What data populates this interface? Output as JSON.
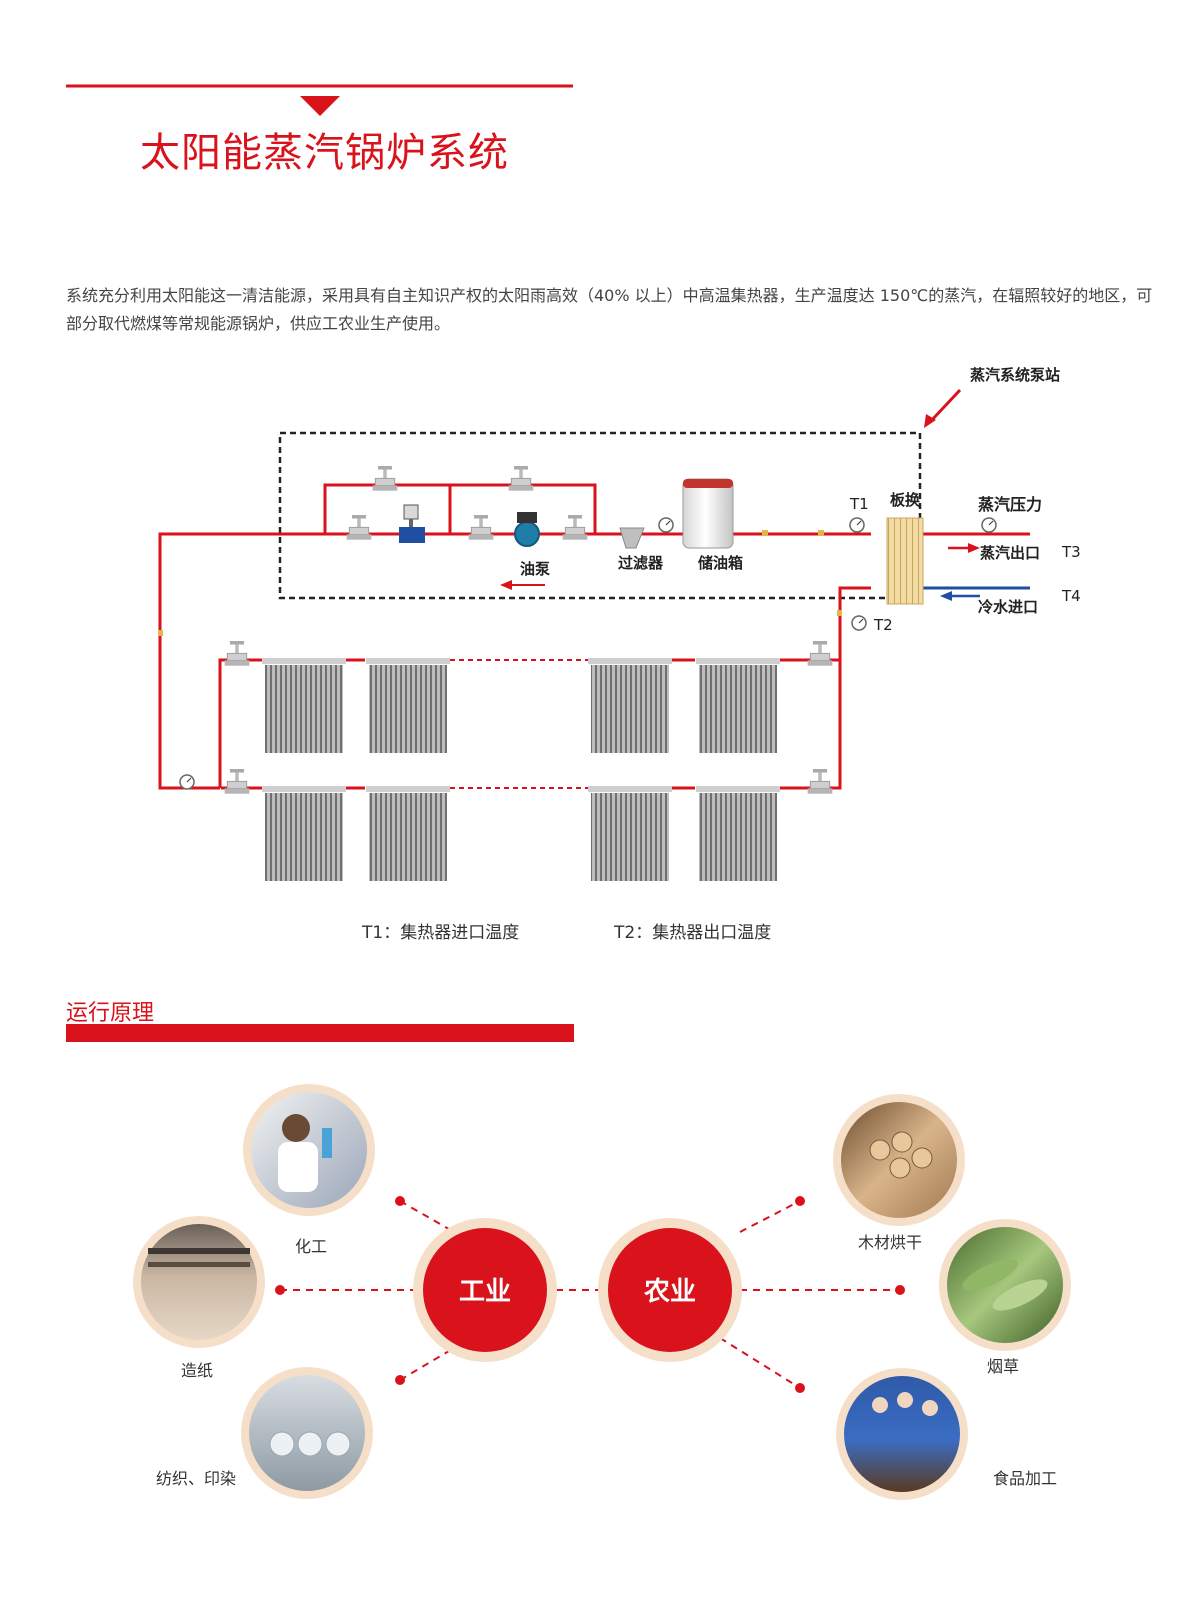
{
  "page": {
    "title": "太阳能蒸汽锅炉系统",
    "intro": "系统充分利用太阳能这一清洁能源，采用具有自主知识产权的太阳雨高效（40% 以上）中高温集热器，生产温度达 150℃的蒸汽，在辐照较好的地区，可部分取代燃煤等常规能源锅炉，供应工农业生产使用。",
    "section2_title": "运行原理"
  },
  "diagram": {
    "station_label": "蒸汽系统泵站",
    "pump": "油泵",
    "filter": "过滤器",
    "tank": "储油箱",
    "heat_exchanger": "板换",
    "steam_pressure": "蒸汽压力",
    "steam_outlet": "蒸汽出口",
    "cold_inlet": "冷水进口",
    "t1": "T1",
    "t2": "T2",
    "t3": "T3",
    "t4": "T4",
    "legend_t1": "T1：集热器进口温度",
    "legend_t2": "T2：集热器出口温度",
    "colors": {
      "red": "#d9121b",
      "blue": "#1e4fa3"
    }
  },
  "applications": {
    "industry": {
      "label": "工业",
      "items": [
        "化工",
        "造纸",
        "纺织、印染"
      ]
    },
    "agriculture": {
      "label": "农业",
      "items": [
        "木材烘干",
        "烟草",
        "食品加工"
      ]
    }
  }
}
